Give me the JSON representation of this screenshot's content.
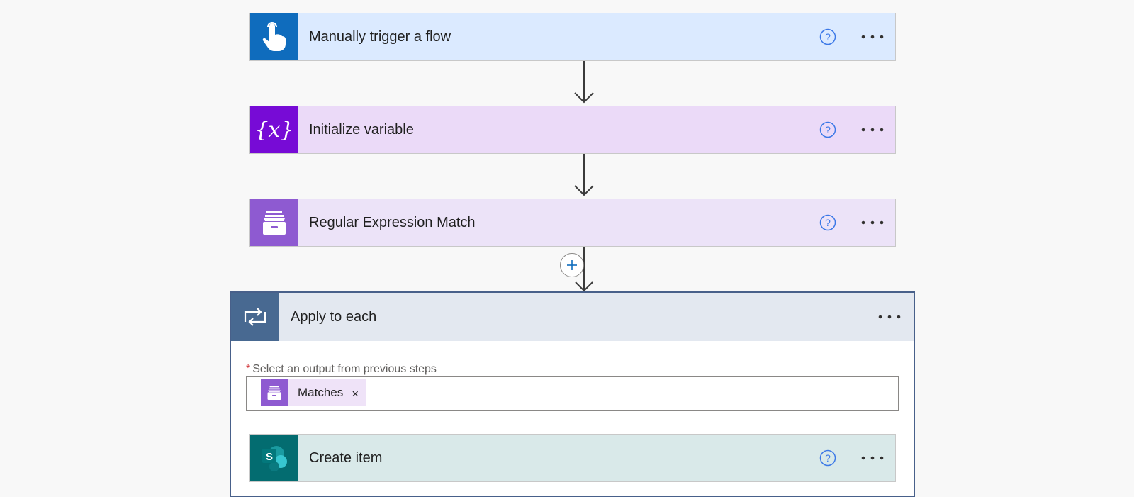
{
  "flow": {
    "steps": [
      {
        "title": "Manually trigger a flow",
        "color": "#0f6cbd",
        "bg": "#dbeaff",
        "icon": "touch-hand-icon"
      },
      {
        "title": "Initialize variable",
        "color": "#770bd6",
        "bg": "#ebdaf8",
        "icon": "variable-braces-icon"
      },
      {
        "title": "Regular Expression Match",
        "color": "#8e5ad1",
        "bg": "#ece3f8",
        "icon": "file-cabinet-icon"
      }
    ],
    "apply_to_each": {
      "title": "Apply to each",
      "icon": "loop-arrows-icon",
      "field_required_mark": "*",
      "field_label": "Select an output from previous steps",
      "token": {
        "label": "Matches",
        "remove": "×"
      },
      "inner_step": {
        "title": "Create item",
        "color": "#036c70",
        "bg": "#d9e9e9",
        "icon": "sharepoint-icon"
      }
    },
    "help_glyph": "?",
    "more_glyph": "···"
  }
}
